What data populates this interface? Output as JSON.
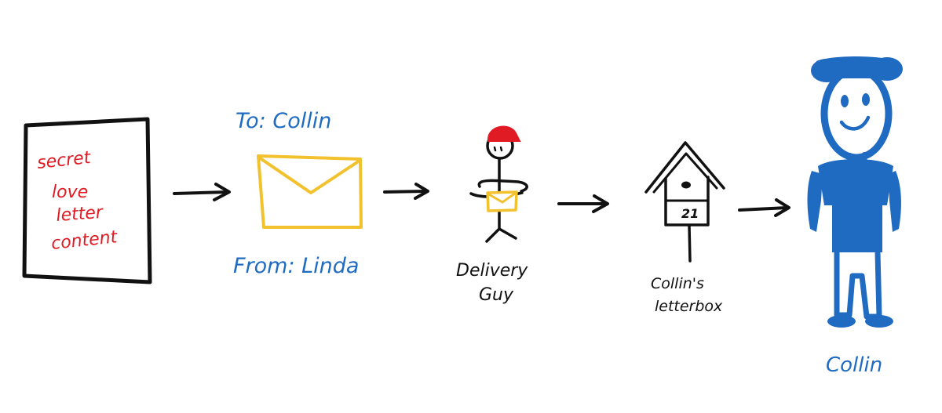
{
  "letter": {
    "lines": [
      "secret",
      "love",
      "letter",
      "content"
    ]
  },
  "envelope": {
    "to_label": "To: Collin",
    "from_label": "From: Linda"
  },
  "delivery": {
    "label_line1": "Delivery",
    "label_line2": "Guy"
  },
  "letterbox": {
    "number": "21",
    "label_line1": "Collin's",
    "label_line2": "letterbox"
  },
  "recipient": {
    "label": "Collin"
  },
  "colors": {
    "ink": "#111111",
    "letter_text": "#e01b24",
    "envelope": "#f2c12e",
    "recipient": "#1f6bc1",
    "hat": "#e01b24"
  }
}
